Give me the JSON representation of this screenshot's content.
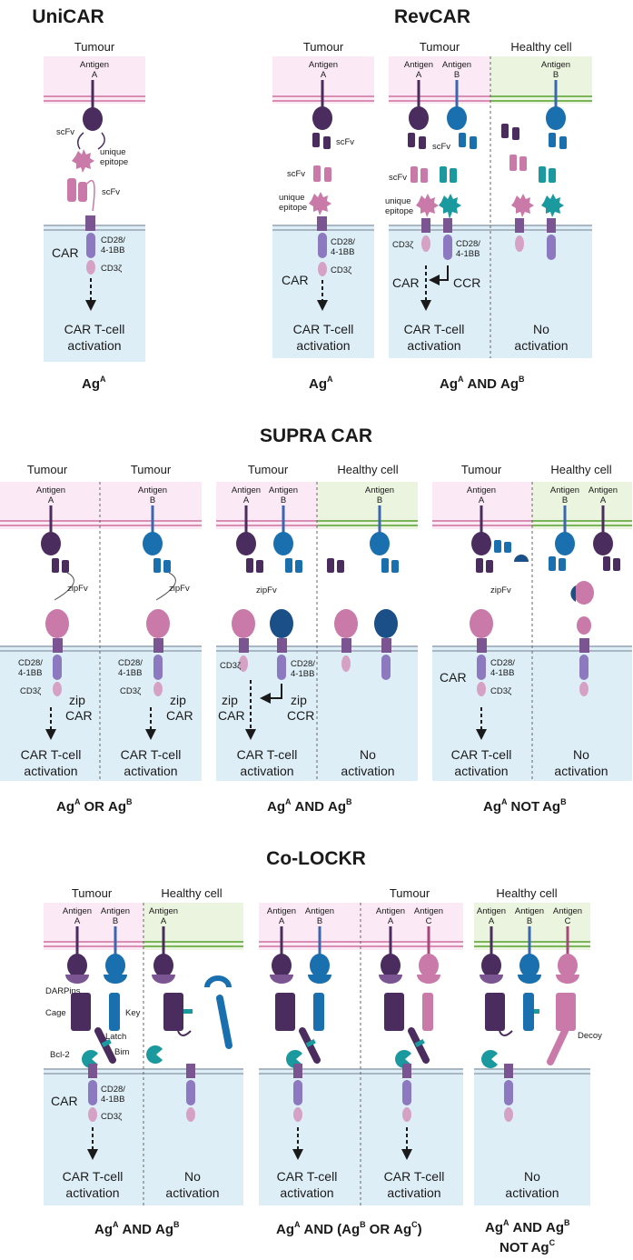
{
  "colors": {
    "tumour_bg": "#fbeaf6",
    "healthy_bg": "#eaf4de",
    "car_bg": "#ddeef6",
    "pink_membrane": "#d98fb3",
    "green_membrane": "#7bb55a",
    "grey_membrane": "#a9b6c4",
    "dark_purple": "#4a2c5e",
    "blue": "#1a6fae",
    "teal": "#1a9a9e",
    "pink": "#c97aa8",
    "lavender": "#8c79bf",
    "light_pink": "#d5a2c6"
  },
  "unicar": {
    "title": "UniCAR",
    "header": "Tumour",
    "antigen": "Antigen",
    "antigen_letter": "A",
    "scfv1": "scFv",
    "unique": "unique",
    "epitope": "epitope",
    "scfv2": "scFv",
    "cd28": "CD28/",
    "bb": "4-1BB",
    "cd3": "CD3ζ",
    "car": "CAR",
    "act1": "CAR T-cell",
    "act2": "activation",
    "logic_ag": "Ag",
    "logic_sup": "A"
  },
  "revcar": {
    "title": "RevCAR",
    "p1": {
      "header": "Tumour",
      "antigen": "Antigen",
      "antigen_letter": "A",
      "scfv1": "scFv",
      "scfv2": "scFv",
      "unique": "unique",
      "epitope": "epitope",
      "cd28": "CD28/",
      "bb": "4-1BB",
      "cd3": "CD3ζ",
      "car": "CAR",
      "act1": "CAR T-cell",
      "act2": "activation",
      "logic_ag": "Ag",
      "logic_sup": "A"
    },
    "p2": {
      "header_t": "Tumour",
      "header_h": "Healthy cell",
      "antigen": "Antigen",
      "a": "A",
      "b": "B",
      "scfv1": "scFv",
      "scfv2": "scFv",
      "unique": "unique",
      "epitope": "epitope",
      "cd3": "CD3ζ",
      "cd28": "CD28/",
      "bb": "4-1BB",
      "car": "CAR",
      "ccr": "CCR",
      "act1": "CAR T-cell",
      "act2": "activation",
      "no1": "No",
      "no2": "activation",
      "logic_ag1": "Ag",
      "logic_sup1": "A",
      "logic_and": "AND",
      "logic_ag2": "Ag",
      "logic_sup2": "B"
    }
  },
  "supra": {
    "title": "SUPRA CAR",
    "p1": {
      "header_l": "Tumour",
      "header_r": "Tumour",
      "antigen": "Antigen",
      "a": "A",
      "b": "B",
      "zipfv": "zipFv",
      "cd28": "CD28/",
      "bb": "4-1BB",
      "cd3": "CD3ζ",
      "zip": "zip",
      "car": "CAR",
      "act1": "CAR T-cell",
      "act2": "activation",
      "logic_ag1": "Ag",
      "logic_sup1": "A",
      "logic_or": "OR",
      "logic_ag2": "Ag",
      "logic_sup2": "B"
    },
    "p2": {
      "header_t": "Tumour",
      "header_h": "Healthy cell",
      "antigen": "Antigen",
      "a": "A",
      "b": "B",
      "zipfv": "zipFv",
      "cd3": "CD3ζ",
      "cd28": "CD28/",
      "bb": "4-1BB",
      "zip": "zip",
      "car": "CAR",
      "ccr": "CCR",
      "act1": "CAR T-cell",
      "act2": "activation",
      "no1": "No",
      "no2": "activation",
      "logic_ag1": "Ag",
      "logic_sup1": "A",
      "logic_and": "AND",
      "logic_ag2": "Ag",
      "logic_sup2": "B"
    },
    "p3": {
      "header_t": "Tumour",
      "header_h": "Healthy cell",
      "antigen": "Antigen",
      "a": "A",
      "b": "B",
      "zipfv": "zipFv",
      "cd28": "CD28/",
      "bb": "4-1BB",
      "cd3": "CD3ζ",
      "car": "CAR",
      "act1": "CAR T-cell",
      "act2": "activation",
      "no1": "No",
      "no2": "activation",
      "logic_ag1": "Ag",
      "logic_sup1": "A",
      "logic_not": "NOT",
      "logic_ag2": "Ag",
      "logic_sup2": "B"
    }
  },
  "colockr": {
    "title": "Co-LOCKR",
    "p1": {
      "header_t": "Tumour",
      "header_h": "Healthy cell",
      "antigen": "Antigen",
      "a": "A",
      "b": "B",
      "darpins": "DARPins",
      "cage": "Cage",
      "key": "Key",
      "latch": "Latch",
      "bim": "Bim",
      "bcl2": "Bcl-2",
      "cd28": "CD28/",
      "bb": "4-1BB",
      "cd3": "CD3ζ",
      "car": "CAR",
      "act1": "CAR T-cell",
      "act2": "activation",
      "no1": "No",
      "no2": "activation",
      "logic_ag1": "Ag",
      "logic_sup1": "A",
      "logic_and": "AND",
      "logic_ag2": "Ag",
      "logic_sup2": "B"
    },
    "p2": {
      "header_t1": "",
      "header_t2": "Tumour",
      "antigen": "Antigen",
      "a": "A",
      "b": "B",
      "c": "C",
      "act1": "CAR T-cell",
      "act2": "activation",
      "logic_ag1": "Ag",
      "logic_sup1": "A",
      "logic_and": "AND (",
      "logic_ag2": "Ag",
      "logic_sup2": "B",
      "logic_or": "OR",
      "logic_ag3": "Ag",
      "logic_sup3": "C",
      "logic_close": ")"
    },
    "p3": {
      "header_h": "Healthy cell",
      "antigen": "Antigen",
      "a": "A",
      "b": "B",
      "c": "C",
      "decoy": "Decoy",
      "no1": "No",
      "no2": "activation",
      "logic_l1_ag1": "Ag",
      "logic_l1_sup1": "A",
      "logic_l1_and": "AND",
      "logic_l1_ag2": "Ag",
      "logic_l1_sup2": "B",
      "logic_l2_not": "NOT",
      "logic_l2_ag": "Ag",
      "logic_l2_sup": "C"
    }
  }
}
